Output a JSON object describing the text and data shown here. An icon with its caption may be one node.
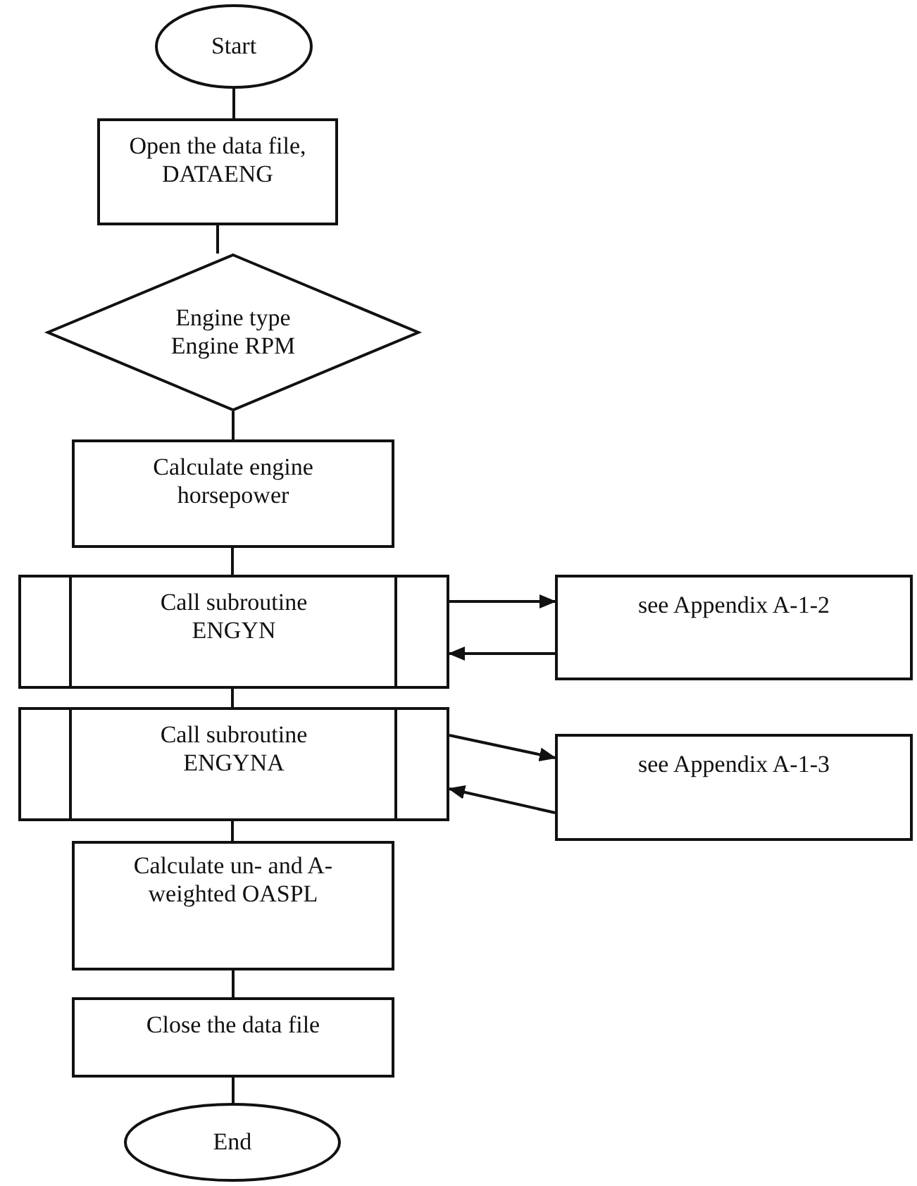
{
  "diagram": {
    "nodes": [
      {
        "text": [
          "Start"
        ]
      },
      {
        "text": [
          "Open the data file, DATAENG"
        ]
      },
      {
        "text": [
          "Engine type Engine RPM"
        ]
      },
      {
        "text": [
          "Calculate engine horsepower"
        ]
      },
      {
        "text": [
          "Call subroutine ENGYN"
        ]
      },
      {
        "text": [
          "see Appendix A-1-2"
        ]
      },
      {
        "text": [
          "Call subroutine ENGYNA"
        ]
      },
      {
        "text": [
          "see Appendix A-1-3"
        ]
      },
      {
        "text": [
          "Calculate un- and A-weighted OASPL"
        ]
      },
      {
        "text": [
          "Close the data file"
        ]
      },
      {
        "text": [
          "End"
        ]
      }
    ],
    "edges": [
      {
        "from": 0,
        "to": 1,
        "arrow": "none"
      },
      {
        "from": 1,
        "to": 2,
        "arrow": "none"
      },
      {
        "from": 2,
        "to": 3,
        "arrow": "none"
      },
      {
        "from": 3,
        "to": 4,
        "arrow": "none"
      },
      {
        "from": 4,
        "to": 5,
        "arrow": "to"
      },
      {
        "from": 5,
        "to": 4,
        "arrow": "to"
      },
      {
        "from": 4,
        "to": 6,
        "arrow": "none"
      },
      {
        "from": 6,
        "to": 7,
        "arrow": "to"
      },
      {
        "from": 7,
        "to": 6,
        "arrow": "to"
      },
      {
        "from": 6,
        "to": 8,
        "arrow": "none"
      },
      {
        "from": 8,
        "to": 9,
        "arrow": "none"
      },
      {
        "from": 9,
        "to": 10,
        "arrow": "none"
      }
    ]
  }
}
